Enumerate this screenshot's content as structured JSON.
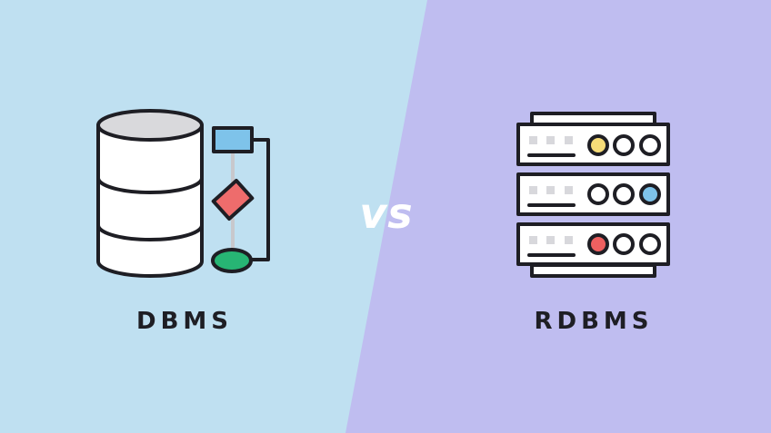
{
  "labels": {
    "left": "DBMS",
    "right": "RDBMS",
    "separator": "vs"
  },
  "icons": {
    "left": "database-flowchart-icon",
    "right": "server-rack-icon"
  },
  "colors": {
    "left_background": "#bfe0f1",
    "right_background": "#bfbdf0",
    "outline": "#1e1e24",
    "vs_text": "#ffffff",
    "flow_box": "#7ec3ea",
    "flow_diamond": "#ee6c6c",
    "flow_oval": "#27b574",
    "indicator_yellow": "#f6dc78",
    "indicator_blue": "#7ec3ea",
    "indicator_red": "#ee6060"
  }
}
